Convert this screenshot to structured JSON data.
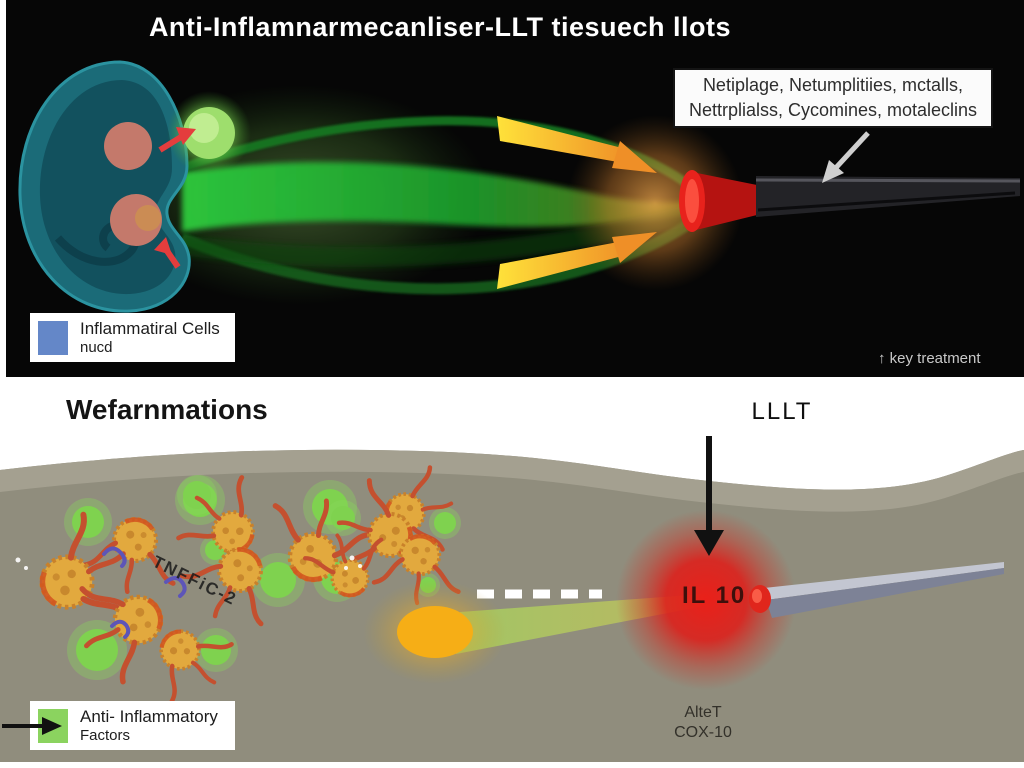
{
  "top_panel": {
    "title": "Anti-Inflamnarmecanliser-LLT tiesuech llots",
    "info_box": {
      "line1": "Netiplage, Netumplitiies, mctalls,",
      "line2": "Nettrplialss, Cycomines, motaleclins"
    },
    "legend": {
      "line1": "Inflammatiral Cells",
      "line2": "nucd",
      "swatch_color": "#6487c8"
    },
    "note": "↑ key treatment"
  },
  "bottom_panel": {
    "title": "Wefarnmations",
    "device_label": "LLLT",
    "diagonal_label": "TNFFiC-2",
    "beam_label": "IL 10",
    "legend": {
      "line1": "Anti- Inflammatory",
      "line2": "Factors",
      "swatch_color": "#8bd35f"
    },
    "note_line1": "AlteT",
    "note_line2": "COX-10"
  },
  "colors": {
    "top_background": "#060606",
    "kidney_teal": "#1b6b78",
    "stream_green": "#2ebf3b",
    "arrow_yellow": "#ffd23a",
    "cone_red": "#d81d17",
    "glow_amber": "#d98a2e",
    "tissue_gray": "#908d7d",
    "tissue_light": "#a5a191",
    "green_factor": "#7fd24f",
    "cell_orange": "#e2a93e",
    "laser_red": "#dd201b",
    "probe_gray": "#8d92a4"
  }
}
